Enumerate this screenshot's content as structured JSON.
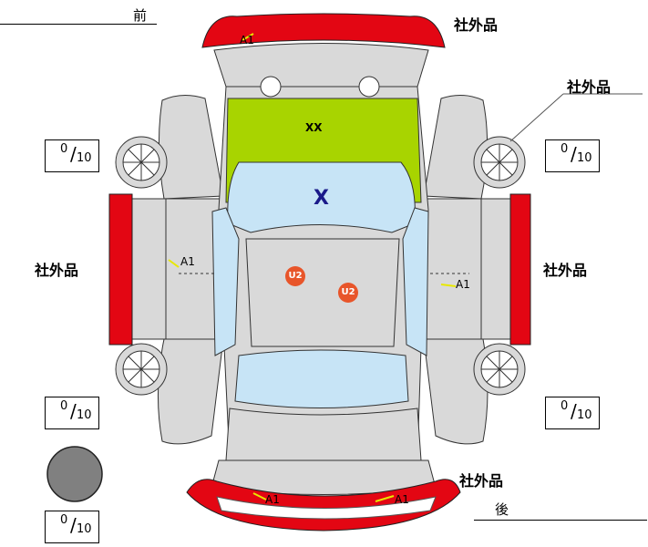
{
  "header": {
    "front_label": "前",
    "rear_label": "後"
  },
  "parts": {
    "front_bumper_tag": "社外品",
    "right_mirror_tag": "社外品",
    "left_side_tag": "社外品",
    "right_side_tag": "社外品",
    "rear_bumper_tag": "社外品"
  },
  "codes": {
    "front_bumper": "A1",
    "hood": "XX",
    "windshield": "X",
    "left_side": "A1",
    "right_side": "A1",
    "roof_1": "U2",
    "roof_2": "U2",
    "rear_bumper_left": "A1",
    "rear_bumper_right": "A1"
  },
  "tire_scores": {
    "front_left": {
      "value": "0",
      "max": "10"
    },
    "front_right": {
      "value": "0",
      "max": "10"
    },
    "rear_left": {
      "value": "0",
      "max": "10"
    },
    "rear_right": {
      "value": "0",
      "max": "10"
    },
    "spare": {
      "value": "0",
      "max": "10"
    }
  },
  "colors": {
    "red_part": "#e30613",
    "hood_green": "#a8d400",
    "glass_blue": "#c7e4f6",
    "body_gray": "#d9d9d9",
    "code_yellow": "#e8e800",
    "windshield_x": "#1a1a8a"
  }
}
